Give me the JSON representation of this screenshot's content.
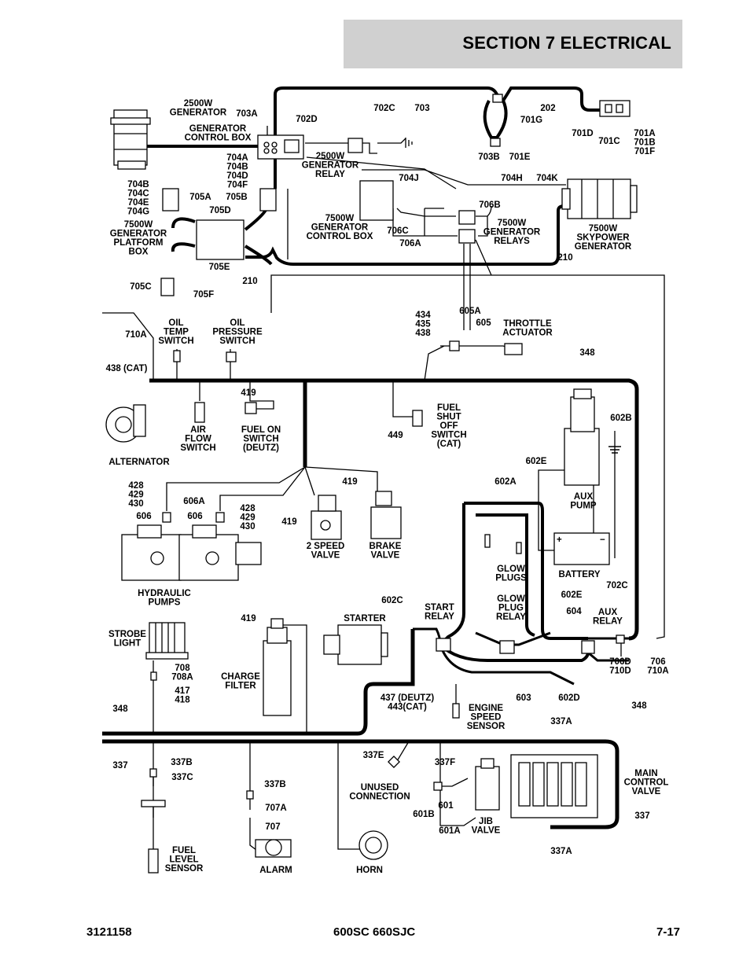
{
  "header": {
    "title": "SECTION 7   ELECTRICAL"
  },
  "footer": {
    "left": "3121158",
    "center": "600SC 660SJC",
    "right": "7-17"
  },
  "labels": [
    {
      "id": "l1",
      "lines": [
        "2500W",
        "GENERATOR"
      ]
    },
    {
      "id": "l2",
      "lines": [
        "703A"
      ]
    },
    {
      "id": "l3",
      "lines": [
        "GENERATOR",
        "CONTROL BOX"
      ]
    },
    {
      "id": "l4",
      "lines": [
        "702D"
      ]
    },
    {
      "id": "l5",
      "lines": [
        "702C"
      ]
    },
    {
      "id": "l6",
      "lines": [
        "703"
      ]
    },
    {
      "id": "l7",
      "lines": [
        "202"
      ]
    },
    {
      "id": "l8",
      "lines": [
        "701G"
      ]
    },
    {
      "id": "l9",
      "lines": [
        "701D"
      ]
    },
    {
      "id": "l10",
      "lines": [
        "701C"
      ]
    },
    {
      "id": "l11",
      "lines": [
        "701A",
        "701B",
        "701F"
      ]
    },
    {
      "id": "l12",
      "lines": [
        "703B"
      ]
    },
    {
      "id": "l13",
      "lines": [
        "701E"
      ]
    },
    {
      "id": "l14",
      "lines": [
        "2500W",
        "GENERATOR",
        "RELAY"
      ]
    },
    {
      "id": "l15",
      "lines": [
        "704A",
        "704B",
        "704D",
        "704F"
      ]
    },
    {
      "id": "l16",
      "lines": [
        "704B",
        "704C",
        "704E",
        "704G"
      ]
    },
    {
      "id": "l17",
      "lines": [
        "705A"
      ]
    },
    {
      "id": "l18",
      "lines": [
        "705D"
      ]
    },
    {
      "id": "l19",
      "lines": [
        "705B"
      ]
    },
    {
      "id": "l20",
      "lines": [
        "704J"
      ]
    },
    {
      "id": "l21",
      "lines": [
        "704H"
      ]
    },
    {
      "id": "l22",
      "lines": [
        "704K"
      ]
    },
    {
      "id": "l23",
      "lines": [
        "7500W",
        "GENERATOR",
        "PLATFORM",
        "BOX"
      ]
    },
    {
      "id": "l24",
      "lines": [
        "7500W",
        "GENERATOR",
        "CONTROL BOX"
      ]
    },
    {
      "id": "l25",
      "lines": [
        "706C"
      ]
    },
    {
      "id": "l26",
      "lines": [
        "706A"
      ]
    },
    {
      "id": "l27",
      "lines": [
        "706B"
      ]
    },
    {
      "id": "l28",
      "lines": [
        "7500W",
        "GENERATOR",
        "RELAYS"
      ]
    },
    {
      "id": "l29",
      "lines": [
        "7500W",
        "SKYPOWER",
        "GENERATOR"
      ]
    },
    {
      "id": "l30",
      "lines": [
        "705E"
      ]
    },
    {
      "id": "l31",
      "lines": [
        "210"
      ]
    },
    {
      "id": "l32",
      "lines": [
        "210"
      ]
    },
    {
      "id": "l33",
      "lines": [
        "705C"
      ]
    },
    {
      "id": "l34",
      "lines": [
        "705F"
      ]
    },
    {
      "id": "l35",
      "lines": [
        "710A"
      ]
    },
    {
      "id": "l36",
      "lines": [
        "OIL",
        "TEMP",
        "SWITCH"
      ]
    },
    {
      "id": "l37",
      "lines": [
        "OIL",
        "PRESSURE",
        "SWITCH"
      ]
    },
    {
      "id": "l38",
      "lines": [
        "434",
        "435",
        "438"
      ]
    },
    {
      "id": "l39",
      "lines": [
        "605A"
      ]
    },
    {
      "id": "l40",
      "lines": [
        "605"
      ]
    },
    {
      "id": "l41",
      "lines": [
        "THROTTLE",
        "ACTUATOR"
      ]
    },
    {
      "id": "l42",
      "lines": [
        "348"
      ]
    },
    {
      "id": "l43",
      "lines": [
        "438 (CAT)"
      ]
    },
    {
      "id": "l44",
      "lines": [
        "419"
      ]
    },
    {
      "id": "l45",
      "lines": [
        "AIR",
        "FLOW",
        "SWITCH"
      ]
    },
    {
      "id": "l46",
      "lines": [
        "FUEL ON",
        "SWITCH",
        "(DEUTZ)"
      ]
    },
    {
      "id": "l47",
      "lines": [
        "FUEL",
        "SHUT",
        "OFF",
        "SWITCH",
        "(CAT)"
      ]
    },
    {
      "id": "l48",
      "lines": [
        "449"
      ]
    },
    {
      "id": "l49",
      "lines": [
        "602B"
      ]
    },
    {
      "id": "l50",
      "lines": [
        "ALTERNATOR"
      ]
    },
    {
      "id": "l51",
      "lines": [
        "602E"
      ]
    },
    {
      "id": "l52",
      "lines": [
        "419"
      ]
    },
    {
      "id": "l53",
      "lines": [
        "428",
        "429",
        "430"
      ]
    },
    {
      "id": "l54",
      "lines": [
        "606A"
      ]
    },
    {
      "id": "l55",
      "lines": [
        "606"
      ]
    },
    {
      "id": "l56",
      "lines": [
        "606"
      ]
    },
    {
      "id": "l57",
      "lines": [
        "428",
        "429",
        "430"
      ]
    },
    {
      "id": "l58",
      "lines": [
        "419"
      ]
    },
    {
      "id": "l59",
      "lines": [
        "602A"
      ]
    },
    {
      "id": "l60",
      "lines": [
        "AUX",
        "PUMP"
      ]
    },
    {
      "id": "l61",
      "lines": [
        "2 SPEED",
        "VALVE"
      ]
    },
    {
      "id": "l62",
      "lines": [
        "BRAKE",
        "VALVE"
      ]
    },
    {
      "id": "l63",
      "lines": [
        "BATTERY"
      ]
    },
    {
      "id": "l64",
      "lines": [
        "GLOW",
        "PLUGS"
      ]
    },
    {
      "id": "l65",
      "lines": [
        "702C"
      ]
    },
    {
      "id": "l66",
      "lines": [
        "HYDRAULIC",
        "PUMPS"
      ]
    },
    {
      "id": "l67",
      "lines": [
        "602E"
      ]
    },
    {
      "id": "l68",
      "lines": [
        "602C"
      ]
    },
    {
      "id": "l69",
      "lines": [
        "START",
        "RELAY"
      ]
    },
    {
      "id": "l70",
      "lines": [
        "GLOW",
        "PLUG",
        "RELAY"
      ]
    },
    {
      "id": "l71",
      "lines": [
        "604"
      ]
    },
    {
      "id": "l72",
      "lines": [
        "AUX",
        "RELAY"
      ]
    },
    {
      "id": "l73",
      "lines": [
        "419"
      ]
    },
    {
      "id": "l74",
      "lines": [
        "STARTER"
      ]
    },
    {
      "id": "l75",
      "lines": [
        "STROBE",
        "LIGHT"
      ]
    },
    {
      "id": "l76",
      "lines": [
        "706D",
        "710D"
      ]
    },
    {
      "id": "l77",
      "lines": [
        "706",
        "710A"
      ]
    },
    {
      "id": "l78",
      "lines": [
        "708",
        "708A"
      ]
    },
    {
      "id": "l79",
      "lines": [
        "CHARGE",
        "FILTER"
      ]
    },
    {
      "id": "l80",
      "lines": [
        "417",
        "418"
      ]
    },
    {
      "id": "l81",
      "lines": [
        "603"
      ]
    },
    {
      "id": "l82",
      "lines": [
        "602D"
      ]
    },
    {
      "id": "l83",
      "lines": [
        "348"
      ]
    },
    {
      "id": "l84",
      "lines": [
        "348"
      ]
    },
    {
      "id": "l85",
      "lines": [
        "437 (DEUTZ)",
        "443(CAT)"
      ]
    },
    {
      "id": "l86",
      "lines": [
        "ENGINE",
        "SPEED",
        "SENSOR"
      ]
    },
    {
      "id": "l87",
      "lines": [
        "337A"
      ]
    },
    {
      "id": "l88",
      "lines": [
        "337"
      ]
    },
    {
      "id": "l89",
      "lines": [
        "337B"
      ]
    },
    {
      "id": "l90",
      "lines": [
        "337C"
      ]
    },
    {
      "id": "l91",
      "lines": [
        "337E"
      ]
    },
    {
      "id": "l92",
      "lines": [
        "337F"
      ]
    },
    {
      "id": "l93",
      "lines": [
        "MAIN",
        "CONTROL",
        "VALVE"
      ]
    },
    {
      "id": "l94",
      "lines": [
        "337B"
      ]
    },
    {
      "id": "l95",
      "lines": [
        "UNUSED",
        "CONNECTION"
      ]
    },
    {
      "id": "l96",
      "lines": [
        "601"
      ]
    },
    {
      "id": "l97",
      "lines": [
        "601B"
      ]
    },
    {
      "id": "l98",
      "lines": [
        "707A"
      ]
    },
    {
      "id": "l99",
      "lines": [
        "337"
      ]
    },
    {
      "id": "l100",
      "lines": [
        "707"
      ]
    },
    {
      "id": "l101",
      "lines": [
        "601A"
      ]
    },
    {
      "id": "l102",
      "lines": [
        "JIB",
        "VALVE"
      ]
    },
    {
      "id": "l103",
      "lines": [
        "FUEL",
        "LEVEL",
        "SENSOR"
      ]
    },
    {
      "id": "l104",
      "lines": [
        "ALARM"
      ]
    },
    {
      "id": "l105",
      "lines": [
        "HORN"
      ]
    },
    {
      "id": "l106",
      "lines": [
        "337A"
      ]
    }
  ],
  "colors": {
    "header_bg": "#d0d0d0",
    "ink": "#000000"
  }
}
